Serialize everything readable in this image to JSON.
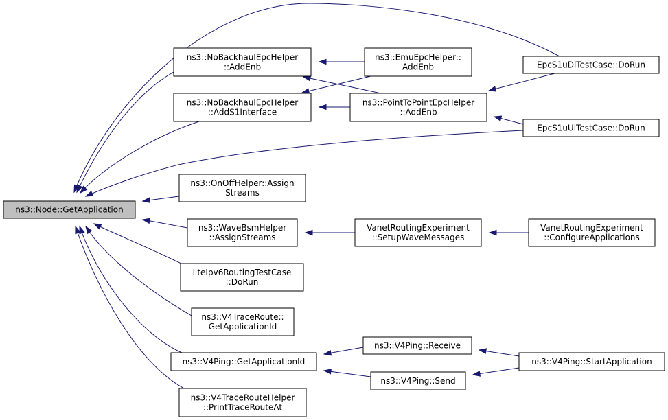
{
  "nodes": [
    {
      "id": "getapp",
      "lines": [
        "ns3::Node::GetApplication"
      ],
      "root": true
    },
    {
      "id": "nb_addenb",
      "lines": [
        "ns3::NoBackhaulEpcHelper",
        "::AddEnb"
      ]
    },
    {
      "id": "nb_adds1",
      "lines": [
        "ns3::NoBackhaulEpcHelper",
        "::AddS1Interface"
      ]
    },
    {
      "id": "onoff",
      "lines": [
        "ns3::OnOffHelper::Assign",
        "Streams"
      ]
    },
    {
      "id": "wavebsm",
      "lines": [
        "ns3::WaveBsmHelper",
        "::AssignStreams"
      ]
    },
    {
      "id": "lteipv6",
      "lines": [
        "LteIpv6RoutingTestCase",
        "::DoRun"
      ]
    },
    {
      "id": "v4tr_getid",
      "lines": [
        "ns3::V4TraceRoute::",
        "GetApplicationId"
      ]
    },
    {
      "id": "v4ping_getid",
      "lines": [
        "ns3::V4Ping::GetApplicationId"
      ]
    },
    {
      "id": "v4trh_print",
      "lines": [
        "ns3::V4TraceRouteHelper",
        "::PrintTraceRouteAt"
      ]
    },
    {
      "id": "emu_addenb",
      "lines": [
        "ns3::EmuEpcHelper::",
        "AddEnb"
      ]
    },
    {
      "id": "p2p_addenb",
      "lines": [
        "ns3::PointToPointEpcHelper",
        "::AddEnb"
      ]
    },
    {
      "id": "vanet_setup",
      "lines": [
        "VanetRoutingExperiment",
        "::SetupWaveMessages"
      ]
    },
    {
      "id": "v4ping_recv",
      "lines": [
        "ns3::V4Ping::Receive"
      ]
    },
    {
      "id": "v4ping_send",
      "lines": [
        "ns3::V4Ping::Send"
      ]
    },
    {
      "id": "epc_dl",
      "lines": [
        "EpcS1uDlTestCase::DoRun"
      ]
    },
    {
      "id": "epc_ul",
      "lines": [
        "EpcS1uUlTestCase::DoRun"
      ]
    },
    {
      "id": "vanet_config",
      "lines": [
        "VanetRoutingExperiment",
        "::ConfigureApplications"
      ]
    },
    {
      "id": "v4ping_start",
      "lines": [
        "ns3::V4Ping::StartApplication"
      ]
    }
  ],
  "edges": [
    {
      "from": "epc_dl",
      "to": "getapp"
    },
    {
      "from": "nb_addenb",
      "to": "getapp"
    },
    {
      "from": "nb_adds1",
      "to": "getapp"
    },
    {
      "from": "epc_ul",
      "to": "getapp"
    },
    {
      "from": "onoff",
      "to": "getapp"
    },
    {
      "from": "wavebsm",
      "to": "getapp"
    },
    {
      "from": "lteipv6",
      "to": "getapp"
    },
    {
      "from": "v4tr_getid",
      "to": "getapp"
    },
    {
      "from": "v4ping_getid",
      "to": "getapp"
    },
    {
      "from": "v4trh_print",
      "to": "getapp"
    },
    {
      "from": "emu_addenb",
      "to": "nb_addenb"
    },
    {
      "from": "p2p_addenb",
      "to": "nb_addenb"
    },
    {
      "from": "emu_addenb",
      "to": "nb_adds1"
    },
    {
      "from": "p2p_addenb",
      "to": "nb_adds1"
    },
    {
      "from": "epc_dl",
      "to": "p2p_addenb"
    },
    {
      "from": "epc_ul",
      "to": "p2p_addenb"
    },
    {
      "from": "vanet_setup",
      "to": "wavebsm"
    },
    {
      "from": "vanet_config",
      "to": "vanet_setup"
    },
    {
      "from": "v4ping_recv",
      "to": "v4ping_getid"
    },
    {
      "from": "v4ping_send",
      "to": "v4ping_getid"
    },
    {
      "from": "v4ping_start",
      "to": "v4ping_recv"
    },
    {
      "from": "v4ping_start",
      "to": "v4ping_send"
    }
  ]
}
